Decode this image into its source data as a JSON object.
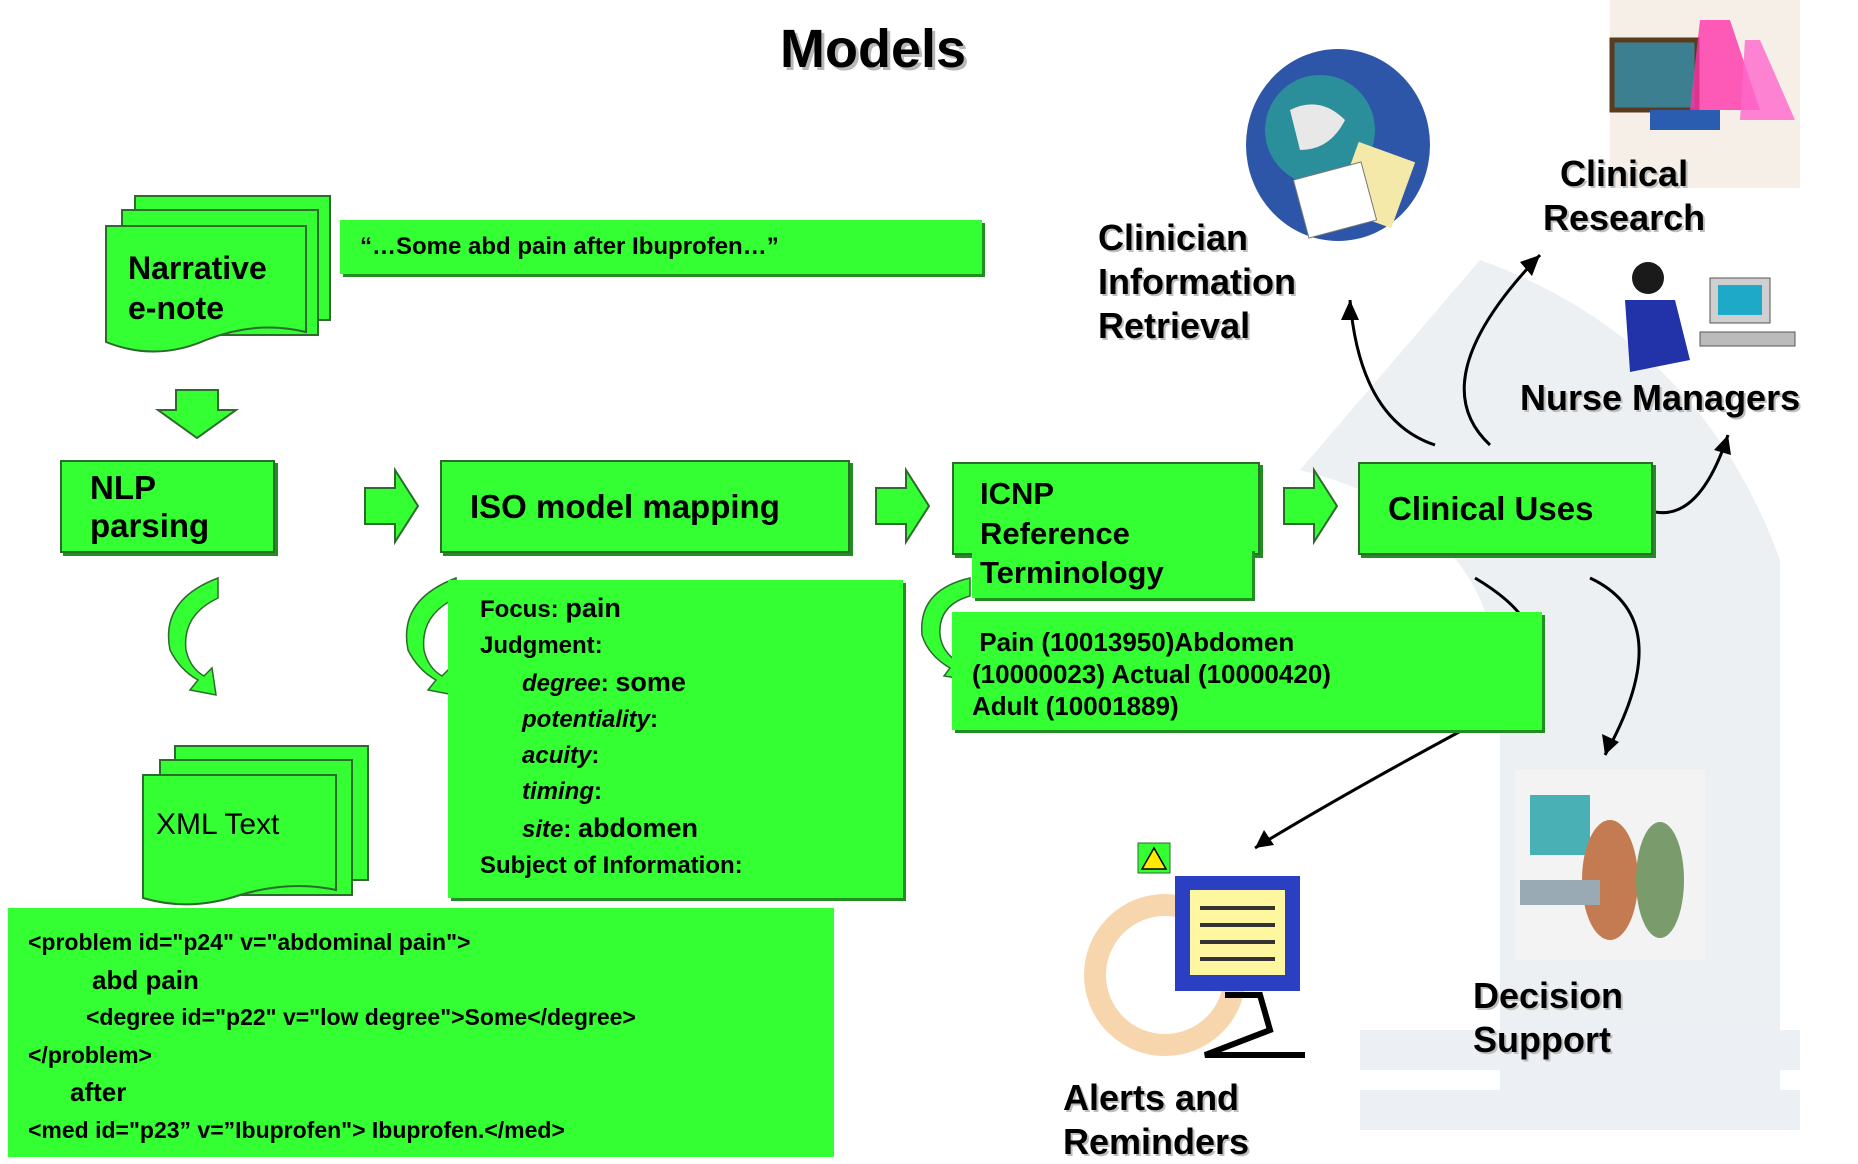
{
  "title": {
    "line1": "Models"
  },
  "narrative": {
    "label_line1": "Narrative",
    "label_line2": "e-note"
  },
  "quote": "“…Some abd pain after Ibuprofen…”",
  "pipeline": {
    "nlp": "NLP parsing",
    "iso": "ISO model mapping",
    "icnp": [
      "ICNP",
      "Reference",
      "Terminology"
    ],
    "clinical_uses": "Clinical Uses"
  },
  "xml_doc": "XML Text",
  "iso_detail": {
    "focus_label": "Focus: ",
    "focus_value": "pain",
    "judgment": "Judgment:",
    "degree_label": "degree",
    "degree_value": "some",
    "potentiality": "potentiality",
    "acuity": "acuity",
    "timing": "timing",
    "site_label": "site",
    "site_value": "abdomen",
    "subject": "Subject of Information:"
  },
  "icnp_detail": [
    " Pain (10013950)Abdomen",
    "(10000023) Actual (10000420)",
    "Adult (10001889)"
  ],
  "xml_code": [
    "<problem id=\"p24\" v=\"abdominal pain\">",
    "abd pain",
    "<degree id=\"p22\" v=\"low degree\">Some</degree>",
    "</problem>",
    "after",
    "<med id=\"p23” v=”Ibuprofen\"> Ibuprofen.</med>"
  ],
  "uses": {
    "clinician": [
      "Clinician",
      "Information",
      "Retrieval"
    ],
    "research": [
      "Clinical",
      "Research"
    ],
    "nurse": "Nurse Managers",
    "alerts": [
      "Alerts and",
      "Reminders"
    ],
    "decision": [
      "Decision",
      "Support"
    ]
  },
  "colors": {
    "box_green": "#33ff33",
    "arrow_green": "#33ff33"
  }
}
